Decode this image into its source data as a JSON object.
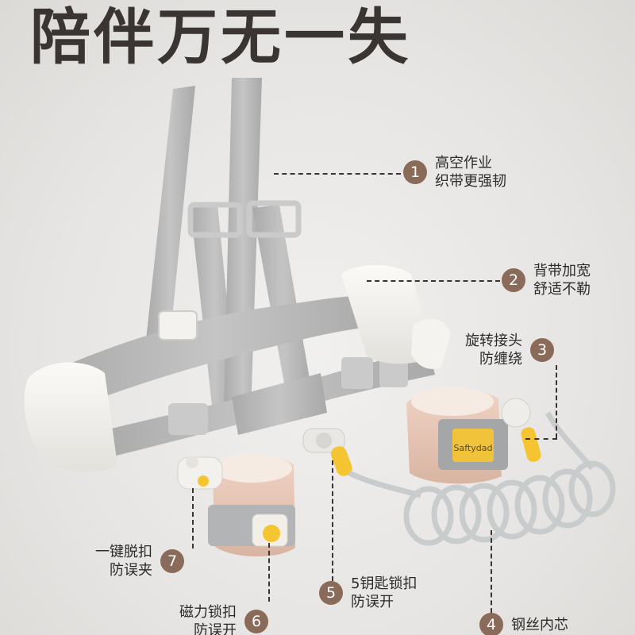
{
  "page": {
    "title": "陪伴万无一失"
  },
  "theme": {
    "badge_color": "#8a6a58",
    "text_color": "#2e2a28",
    "strap_color": "#b9bab9"
  },
  "brand": {
    "logo_text": "Saftydad"
  },
  "callouts": [
    {
      "number": "1",
      "line1": "高空作业",
      "line2": "织带更强韧"
    },
    {
      "number": "2",
      "line1": "背带加宽",
      "line2": "舒适不勒"
    },
    {
      "number": "3",
      "line1": "旋转接头",
      "line2": "防缠绕"
    },
    {
      "number": "4",
      "line1": "钢丝内芯",
      "line2": ""
    },
    {
      "number": "5",
      "line1": "5钥匙锁扣",
      "line2": "防误开"
    },
    {
      "number": "6",
      "line1": "磁力锁扣",
      "line2": "防误开"
    },
    {
      "number": "7",
      "line1": "一键脱扣",
      "line2": "防误夹"
    }
  ]
}
